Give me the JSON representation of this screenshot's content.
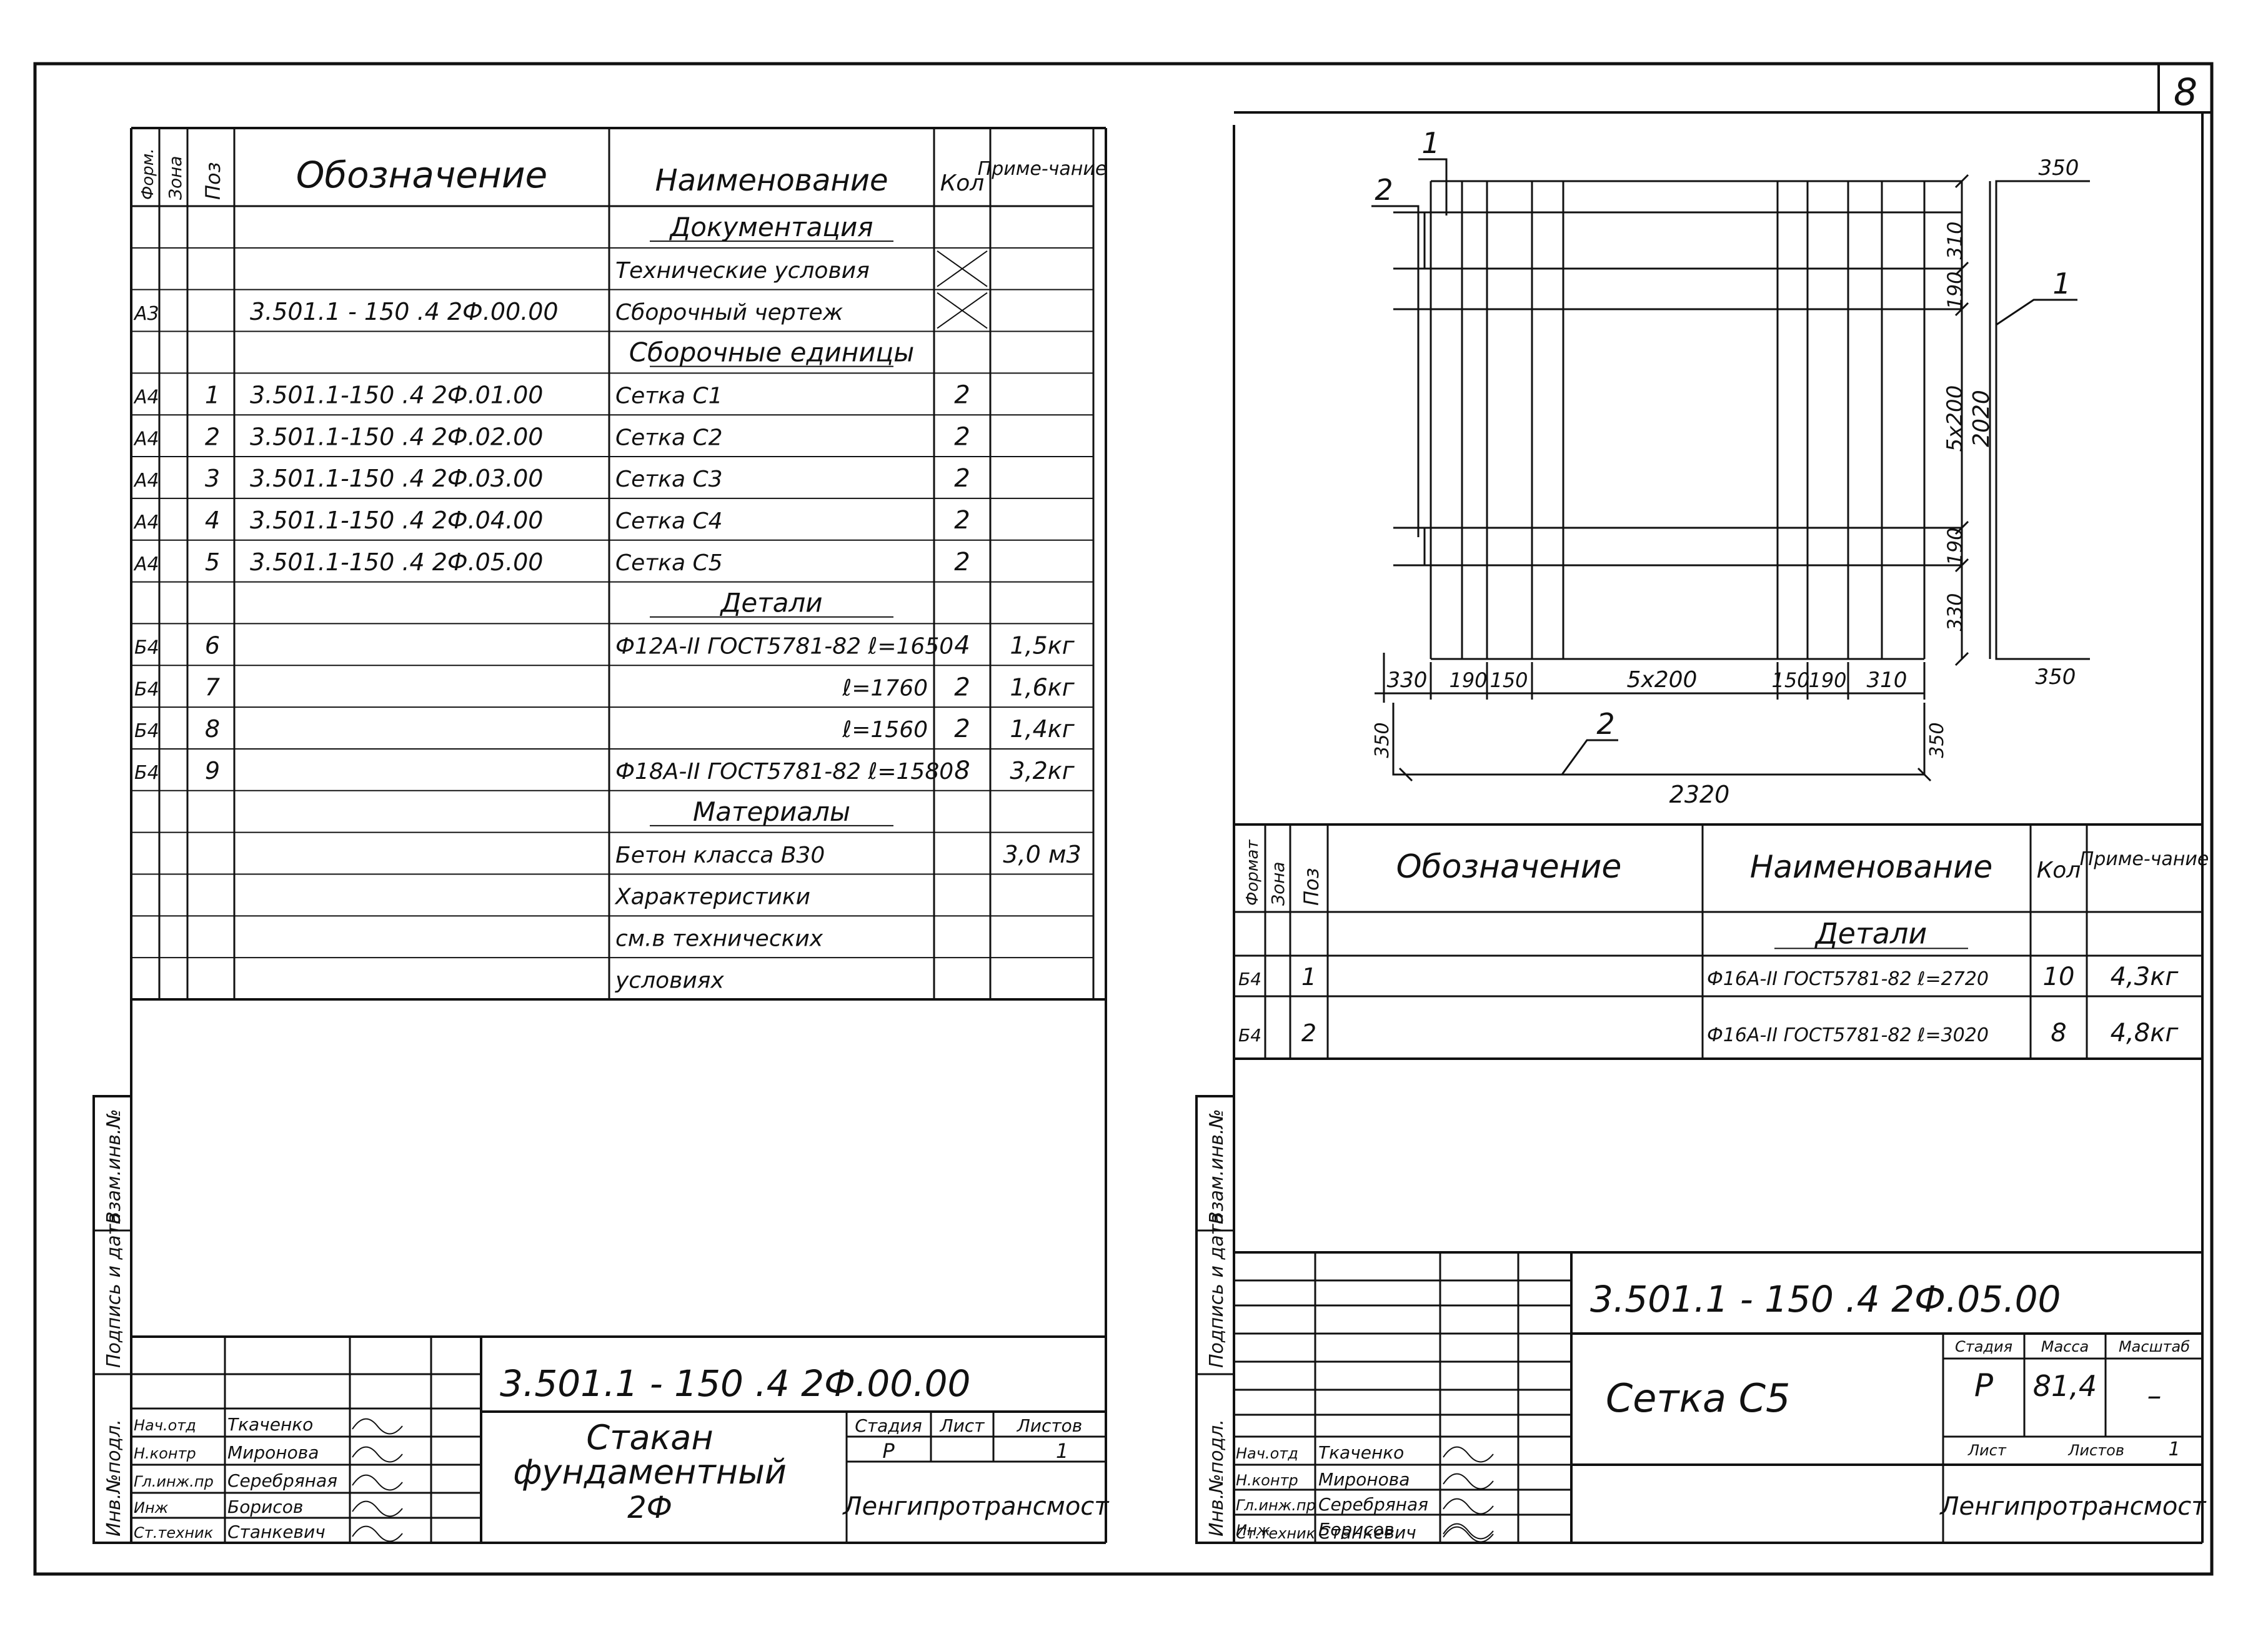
{
  "sheet_number": "8",
  "side_stamp": {
    "inv_podl": "Инв.№подл.",
    "podpis_data": "Подпись и дата",
    "vzam_inv": "Взам.инв.№"
  },
  "left_spec": {
    "headers": {
      "format": "Форм.",
      "zona": "Зона",
      "poz": "Поз",
      "designation": "Обозначение",
      "name": "Наименование",
      "qty": "Кол",
      "note": "Приме-чание"
    },
    "rows": [
      {
        "format": "",
        "pos": "",
        "designation": "",
        "name": "Документация",
        "qty": "",
        "note": "",
        "section": true
      },
      {
        "format": "",
        "pos": "",
        "designation": "",
        "name": "Технические условия",
        "qty": "",
        "note": "",
        "crossed": true
      },
      {
        "format": "А3",
        "pos": "",
        "designation": "3.501.1 - 150 .4 2Ф.00.00",
        "name": "Сборочный чертеж",
        "qty": "",
        "note": "",
        "crossed": true
      },
      {
        "format": "",
        "pos": "",
        "designation": "",
        "name": "Сборочные единицы",
        "qty": "",
        "note": "",
        "section": true
      },
      {
        "format": "А4",
        "pos": "1",
        "designation": "3.501.1-150 .4 2Ф.01.00",
        "name": "Сетка С1",
        "qty": "2",
        "note": ""
      },
      {
        "format": "А4",
        "pos": "2",
        "designation": "3.501.1-150 .4 2Ф.02.00",
        "name": "Сетка С2",
        "qty": "2",
        "note": ""
      },
      {
        "format": "А4",
        "pos": "3",
        "designation": "3.501.1-150 .4 2Ф.03.00",
        "name": "Сетка С3",
        "qty": "2",
        "note": ""
      },
      {
        "format": "А4",
        "pos": "4",
        "designation": "3.501.1-150 .4 2Ф.04.00",
        "name": "Сетка С4",
        "qty": "2",
        "note": ""
      },
      {
        "format": "А4",
        "pos": "5",
        "designation": "3.501.1-150 .4 2Ф.05.00",
        "name": "Сетка С5",
        "qty": "2",
        "note": ""
      },
      {
        "format": "",
        "pos": "",
        "designation": "",
        "name": "Детали",
        "qty": "",
        "note": "",
        "section": true
      },
      {
        "format": "Б4",
        "pos": "6",
        "designation": "",
        "name": "Ф12А-II ГОСТ5781-82 ℓ=1650",
        "qty": "4",
        "note": "1,5кг"
      },
      {
        "format": "Б4",
        "pos": "7",
        "designation": "",
        "name": "ℓ=1760",
        "qty": "2",
        "note": "1,6кг",
        "right": true
      },
      {
        "format": "Б4",
        "pos": "8",
        "designation": "",
        "name": "ℓ=1560",
        "qty": "2",
        "note": "1,4кг",
        "right": true
      },
      {
        "format": "Б4",
        "pos": "9",
        "designation": "",
        "name": "Ф18А-II ГОСТ5781-82 ℓ=1580",
        "qty": "8",
        "note": "3,2кг"
      },
      {
        "format": "",
        "pos": "",
        "designation": "",
        "name": "Материалы",
        "qty": "",
        "note": "",
        "section": true
      },
      {
        "format": "",
        "pos": "",
        "designation": "",
        "name": "Бетон класса В30",
        "qty": "",
        "note": "3,0 м3"
      },
      {
        "format": "",
        "pos": "",
        "designation": "",
        "name": "Характеристики",
        "qty": "",
        "note": ""
      },
      {
        "format": "",
        "pos": "",
        "designation": "",
        "name": "см.в технических",
        "qty": "",
        "note": ""
      },
      {
        "format": "",
        "pos": "",
        "designation": "",
        "name": "условиях",
        "qty": "",
        "note": ""
      }
    ]
  },
  "left_title_block": {
    "code": "3.501.1 - 150 .4 2Ф.00.00",
    "title_lines": [
      "Стакан",
      "фундаментный",
      "2Ф"
    ],
    "stage_label": "Стадия",
    "sheet_label": "Лист",
    "sheets_label": "Листов",
    "stage": "Р",
    "sheets": "1",
    "org": "Ленгипротрансмост",
    "signatures": [
      {
        "role": "Нач.отд",
        "name": "Ткаченко"
      },
      {
        "role": "Н.контр",
        "name": "Миронова"
      },
      {
        "role": "Гл.инж.пр",
        "name": "Серебряная"
      },
      {
        "role": "Инж",
        "name": "Борисов"
      },
      {
        "role": "Ст.техник",
        "name": "Станкевич"
      }
    ]
  },
  "drawing": {
    "callouts": [
      "1",
      "2",
      "1",
      "2"
    ],
    "dims_right": [
      "310",
      "190",
      "5x200",
      "190",
      "330"
    ],
    "dim_total_v": "2020",
    "dims_bottom": [
      "330",
      "190",
      "150",
      "5x200",
      "150",
      "190",
      "310"
    ],
    "dim_total_h": "2320",
    "dim_350_labels": [
      "350",
      "350",
      "350",
      "350"
    ]
  },
  "right_spec": {
    "headers": {
      "format": "Формат",
      "zona": "Зона",
      "poz": "Поз",
      "designation": "Обозначение",
      "name": "Наименование",
      "qty": "Кол",
      "note": "Приме-чание"
    },
    "rows": [
      {
        "format": "",
        "pos": "",
        "designation": "",
        "name": "Детали",
        "qty": "",
        "note": "",
        "section": true
      },
      {
        "format": "Б4",
        "pos": "1",
        "designation": "",
        "name": "Ф16А-II ГОСТ5781-82 ℓ=2720",
        "qty": "10",
        "note": "4,3кг"
      },
      {
        "format": "Б4",
        "pos": "2",
        "designation": "",
        "name": "Ф16А-II ГОСТ5781-82 ℓ=3020",
        "qty": "8",
        "note": "4,8кг"
      }
    ]
  },
  "right_title_block": {
    "code": "3.501.1 - 150 .4 2Ф.05.00",
    "title": "Сетка С5",
    "stage_label": "Стадия",
    "mass_label": "Масса",
    "scale_label": "Масштаб",
    "stage": "Р",
    "mass": "81,4",
    "scale": "–",
    "sheet_label": "Лист",
    "sheets_label": "Листов",
    "sheets": "1",
    "org": "Ленгипротрансмост",
    "signatures": [
      {
        "role": "Нач.отд",
        "name": "Ткаченко"
      },
      {
        "role": "Н.контр",
        "name": "Миронова"
      },
      {
        "role": "Гл.инж.пр",
        "name": "Серебряная"
      },
      {
        "role": "Инж",
        "name": "Борисов"
      },
      {
        "role": "Ст.техник",
        "name": "Станкевич"
      }
    ]
  }
}
